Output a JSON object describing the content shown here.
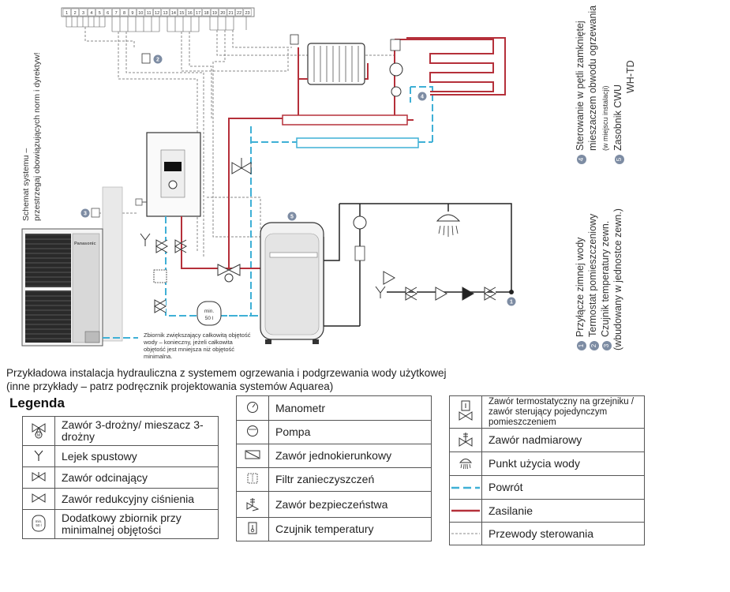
{
  "side_note": [
    "Schemat systemu –",
    "przestrzegaj obowiązujących norm i dyrektyw!"
  ],
  "captions": [
    "Przykładowa instalacja hydrauliczna z systemem ogrzewania i podgrzewania wody użytkowej",
    "(inne przykłady – patrz podręcznik projektowania systemów Aquarea)"
  ],
  "tank_note": [
    "Zbiornik zwiększający całkowitą objętość",
    "wody – konieczny, jeżeli całkowita",
    "objętość jest mniejsza niż objętość",
    "minimalna."
  ],
  "buffer_label": [
    "min.",
    "50 l"
  ],
  "terminal_numbers": [
    "1",
    "2",
    "3",
    "4",
    "5",
    "6",
    "7",
    "8",
    "9",
    "10",
    "11",
    "12",
    "13",
    "14",
    "15",
    "16",
    "17",
    "18",
    "19",
    "20",
    "21",
    "22",
    "23"
  ],
  "badges": [
    "1",
    "2",
    "3",
    "4",
    "5"
  ],
  "brand_label": "Panasonic",
  "right_notes": {
    "col1": [
      {
        "num": "1",
        "text": "Przyłącze zimnej wody"
      },
      {
        "num": "2",
        "text": "Termostat pomieszczeniowy"
      },
      {
        "num": "3",
        "text": "Czujnik temperatury zewn."
      },
      {
        "num": "",
        "text": "(wbudowany w jednostce zewn.)"
      }
    ],
    "col2": [
      {
        "num": "4",
        "text": "Sterowanie w pętli zamkniętej"
      },
      {
        "num": "",
        "text": "mieszaczem obwodu ogrzewania"
      },
      {
        "num": "",
        "text": "(w miejscu instalacji)"
      },
      {
        "num": "5",
        "text": "Zasobnik CWU"
      },
      {
        "num": "",
        "text": "WH-TD"
      }
    ]
  },
  "legend": {
    "title": "Legenda",
    "col1": [
      {
        "icon": "three-way-valve-icon",
        "label": "Zawór 3-drożny/ mieszacz 3-drożny"
      },
      {
        "icon": "drain-funnel-icon",
        "label": "Lejek spustowy"
      },
      {
        "icon": "shutoff-valve-icon",
        "label": "Zawór odcinający"
      },
      {
        "icon": "pressure-reducing-valve-icon",
        "label": "Zawór redukcyjny ciśnienia"
      },
      {
        "icon": "buffer-tank-icon",
        "label": "Dodatkowy zbiornik przy minimalnej objętości"
      }
    ],
    "col2": [
      {
        "icon": "manometer-icon",
        "label": "Manometr"
      },
      {
        "icon": "pump-icon",
        "label": "Pompa"
      },
      {
        "icon": "check-valve-icon",
        "label": "Zawór jednokierunkowy"
      },
      {
        "icon": "strainer-icon",
        "label": "Filtr zanieczyszczeń"
      },
      {
        "icon": "safety-valve-icon",
        "label": "Zawór bezpieczeństwa"
      },
      {
        "icon": "temperature-sensor-icon",
        "label": "Czujnik temperatury"
      }
    ],
    "col3": [
      {
        "icon": "thermostatic-valve-icon",
        "label": "Zawór termostatyczny na grzejniku / zawór sterujący pojedynczym pomieszczeniem"
      },
      {
        "icon": "overflow-valve-icon",
        "label": "Zawór nadmiarowy"
      },
      {
        "icon": "water-outlet-icon",
        "label": "Punkt użycia wody"
      },
      {
        "icon": "return-line-icon",
        "label": "Powrót"
      },
      {
        "icon": "supply-line-icon",
        "label": "Zasilanie"
      },
      {
        "icon": "control-wiring-icon",
        "label": "Przewody sterowania"
      }
    ]
  },
  "colors": {
    "supply": "#b5303a",
    "return": "#3fb0d6",
    "control": "#888888",
    "badge": "#7d8ca3"
  }
}
